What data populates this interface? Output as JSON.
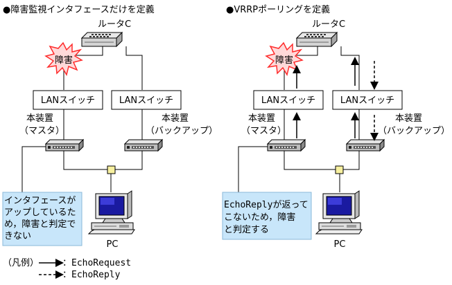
{
  "left": {
    "title": "●障害監視インタフェースだけを定義",
    "router_label": "ルータC",
    "fault_label": "障害",
    "switch_left": "LANスイッチ",
    "switch_right": "LANスイッチ",
    "master_line1": "本装置",
    "master_line2": "（マスタ）",
    "backup_line1": "本装置",
    "backup_line2": "（バックアップ）",
    "note": [
      "インタフェースが",
      "アップしているた",
      "め，障害と判定で",
      "きない"
    ],
    "pc_label": "PC"
  },
  "right": {
    "title": "●VRRPポーリングを定義",
    "router_label": "ルータC",
    "fault_label": "障害",
    "switch_left": "LANスイッチ",
    "switch_right": "LANスイッチ",
    "master_line1": "本装置",
    "master_line2": "（マスタ）",
    "backup_line1": "本装置",
    "backup_line2": "（バックアップ）",
    "note": [
      "EchoReplyが返って",
      "こないため，障害",
      "と判定する"
    ],
    "pc_label": "PC"
  },
  "legend": {
    "title": "（凡例）",
    "request": "：EchoRequest",
    "reply": "：EchoReply"
  },
  "colors": {
    "fault_red": "#ff2a2a",
    "fault_star": "#ffd9d9",
    "note_fill": "#c8e6fa",
    "note_border": "#8ab8d8",
    "pc_screen": "#1a1aa0",
    "connector": "#f7f0a0"
  }
}
